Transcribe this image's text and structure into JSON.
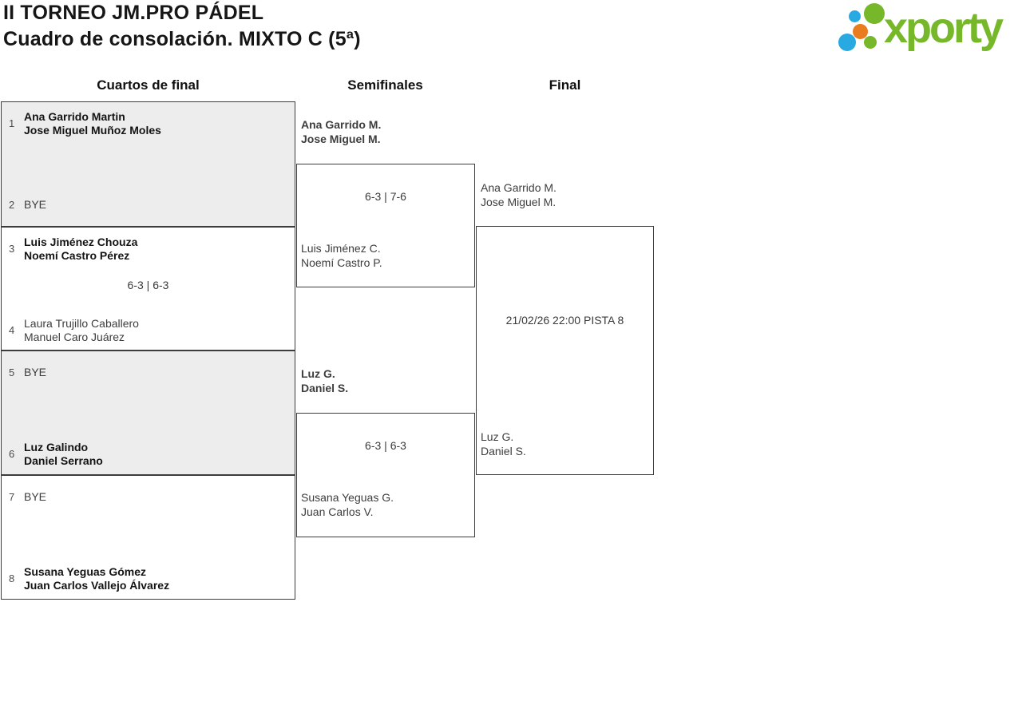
{
  "header": {
    "title": "II TORNEO JM.PRO PÁDEL",
    "subtitle": "Cuadro de consolación. MIXTO C (5ª)",
    "logo": {
      "text": "xporty",
      "colors": {
        "green": "#76b82a",
        "blue": "#29a9e1",
        "orange": "#e87c1e"
      }
    }
  },
  "columns": [
    "Cuartos de final",
    "Semifinales",
    "Final"
  ],
  "bracket": {
    "quarterfinals": [
      {
        "seed_top": "1",
        "team_top": [
          "Ana Garrido Martin",
          "Jose Miguel Muñoz Moles"
        ],
        "top_winner": true,
        "seed_bottom": "2",
        "team_bottom": [
          "BYE"
        ],
        "bottom_winner": false
      },
      {
        "seed_top": "3",
        "team_top": [
          "Luis Jiménez Chouza",
          "Noemí Castro Pérez"
        ],
        "top_winner": true,
        "score": "6-3 | 6-3",
        "seed_bottom": "4",
        "team_bottom": [
          "Laura Trujillo Caballero",
          "Manuel Caro Juárez"
        ],
        "bottom_winner": false
      },
      {
        "seed_top": "5",
        "team_top": [
          "BYE"
        ],
        "top_winner": false,
        "seed_bottom": "6",
        "team_bottom": [
          "Luz Galindo",
          "Daniel Serrano"
        ],
        "bottom_winner": true
      },
      {
        "seed_top": "7",
        "team_top": [
          "BYE"
        ],
        "top_winner": false,
        "seed_bottom": "8",
        "team_bottom": [
          "Susana Yeguas Gómez",
          "Juan Carlos Vallejo Álvarez"
        ],
        "bottom_winner": true
      }
    ],
    "semifinals": [
      {
        "team_top": [
          "Ana Garrido M.",
          "Jose Miguel M."
        ],
        "top_winner": true,
        "score": "6-3 | 7-6",
        "team_bottom": [
          "Luis Jiménez C.",
          "Noemí Castro P."
        ],
        "bottom_winner": false
      },
      {
        "team_top": [
          "Luz G.",
          "Daniel S."
        ],
        "top_winner": true,
        "score": "6-3 | 6-3",
        "team_bottom": [
          "Susana Yeguas G.",
          "Juan Carlos V."
        ],
        "bottom_winner": false
      }
    ],
    "final": {
      "team_top": [
        "Ana Garrido M.",
        "Jose Miguel M."
      ],
      "info": "21/02/26 22:00 PISTA 8",
      "team_bottom": [
        "Luz G.",
        "Daniel S."
      ]
    }
  }
}
